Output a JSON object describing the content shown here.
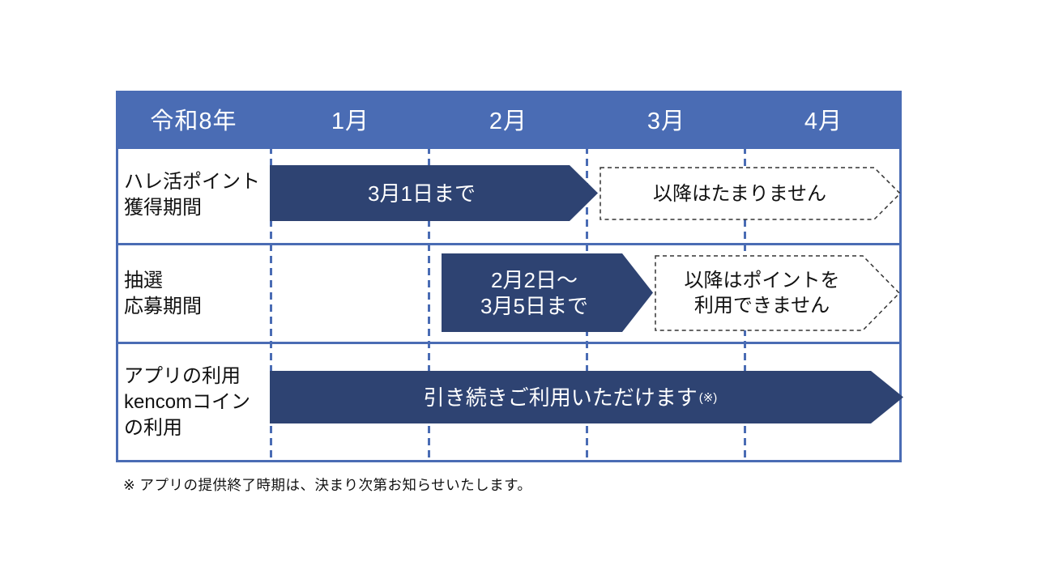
{
  "header": {
    "year": "令和8年",
    "months": [
      "1月",
      "2月",
      "3月",
      "4月"
    ]
  },
  "rows": [
    {
      "label_lines": [
        "ハレ活ポイント",
        "獲得期間"
      ],
      "solid_arrow": {
        "text": "3月1日まで"
      },
      "dashed_arrow": {
        "lines": [
          "以降はたまりません"
        ]
      }
    },
    {
      "label_lines": [
        "抽選",
        "応募期間"
      ],
      "solid_arrow": {
        "lines": [
          "2月2日〜",
          "3月5日まで"
        ]
      },
      "dashed_arrow": {
        "lines": [
          "以降はポイントを",
          "利用できません"
        ]
      }
    },
    {
      "label_lines": [
        "アプリの利用",
        "kencomコイン",
        "の利用"
      ],
      "solid_arrow": {
        "text": "引き続きご利用いただけます",
        "note": "(※)"
      }
    }
  ],
  "footnote": "※ アプリの提供終了時期は、決まり次第お知らせいたします。",
  "colors": {
    "header_blue": "#4a6cb4",
    "grid_blue": "#4a6cb4",
    "arrow_navy": "#2e4372",
    "dashed_outline": "#333333",
    "text_dark": "#111111",
    "text_light": "#ffffff"
  }
}
